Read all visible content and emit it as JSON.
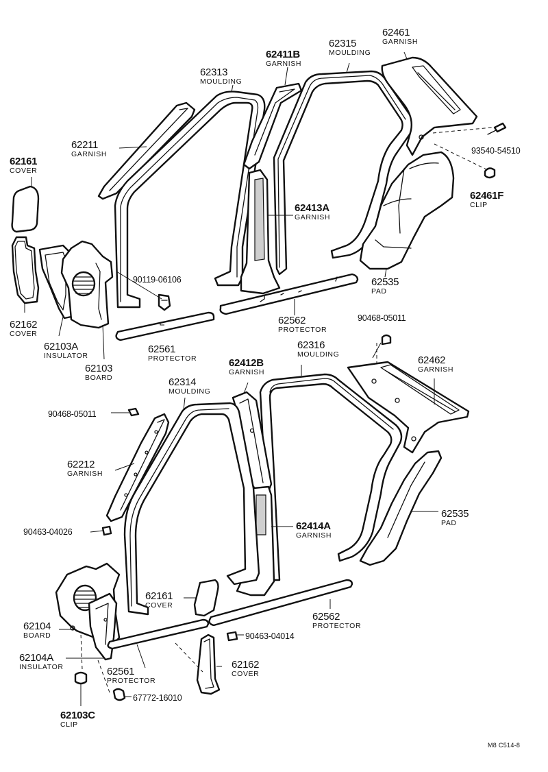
{
  "diagram": {
    "upper": {
      "c62161": {
        "number": "62161",
        "label": "COVER"
      },
      "c62162": {
        "number": "62162",
        "label": "COVER"
      },
      "ins62103a": {
        "number": "62103A",
        "label": "INSULATOR"
      },
      "board62103": {
        "number": "62103",
        "label": "BOARD"
      },
      "g62211": {
        "number": "62211",
        "label": "GARNISH"
      },
      "m62313": {
        "number": "62313",
        "label": "MOULDING"
      },
      "g62411b": {
        "number": "62411B",
        "label": "GARNISH"
      },
      "m62315": {
        "number": "62315",
        "label": "MOULDING"
      },
      "g62461": {
        "number": "62461",
        "label": "GARNISH"
      },
      "bolt93540": {
        "number": "93540-54510"
      },
      "clip62461f": {
        "number": "62461F",
        "label": "CLIP"
      },
      "g62413a": {
        "number": "62413A",
        "label": "GARNISH"
      },
      "pad62535": {
        "number": "62535",
        "label": "PAD"
      },
      "screw90119": {
        "number": "90119-06106"
      },
      "prot62561": {
        "number": "62561",
        "label": "PROTECTOR"
      },
      "prot62562": {
        "number": "62562",
        "label": "PROTECTOR"
      }
    },
    "lower": {
      "f90468b": {
        "number": "90468-05011"
      },
      "m62316": {
        "number": "62316",
        "label": "MOULDING"
      },
      "g62412b": {
        "number": "62412B",
        "label": "GARNISH"
      },
      "g62462": {
        "number": "62462",
        "label": "GARNISH"
      },
      "m62314": {
        "number": "62314",
        "label": "MOULDING"
      },
      "f90468a": {
        "number": "90468-05011"
      },
      "g62212": {
        "number": "62212",
        "label": "GARNISH"
      },
      "pad62535": {
        "number": "62535",
        "label": "PAD"
      },
      "g62414a": {
        "number": "62414A",
        "label": "GARNISH"
      },
      "f90463a": {
        "number": "90463-04026"
      },
      "c62161": {
        "number": "62161",
        "label": "COVER"
      },
      "prot62562": {
        "number": "62562",
        "label": "PROTECTOR"
      },
      "board62104": {
        "number": "62104",
        "label": "BOARD"
      },
      "f90463b": {
        "number": "90463-04014"
      },
      "ins62104a": {
        "number": "62104A",
        "label": "INSULATOR"
      },
      "c62162": {
        "number": "62162",
        "label": "COVER"
      },
      "prot62561": {
        "number": "62561",
        "label": "PROTECTOR"
      },
      "f67772": {
        "number": "67772-16010"
      },
      "clip62103c": {
        "number": "62103C",
        "label": "CLIP"
      }
    },
    "figure_code": "M8  C514-8"
  }
}
